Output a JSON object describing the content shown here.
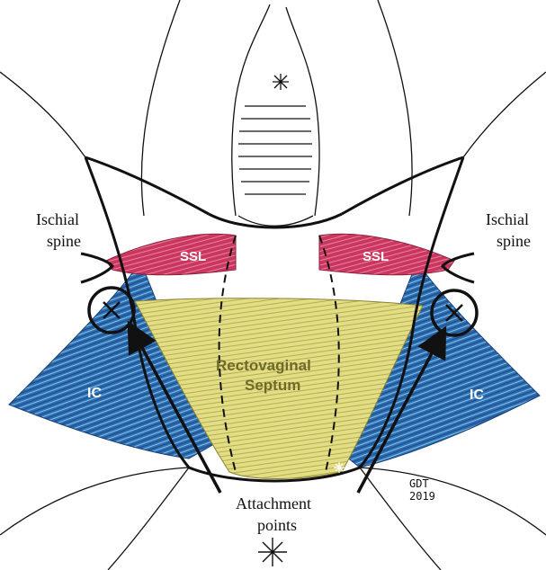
{
  "labels": {
    "ischial_spine_left_line1": "Ischial",
    "ischial_spine_left_line2": "spine",
    "ischial_spine_right_line1": "Ischial",
    "ischial_spine_right_line2": "spine",
    "ssl_left": "SSL",
    "ssl_right": "SSL",
    "ic_left": "IC",
    "ic_right": "IC",
    "septum_line1": "Rectovaginal",
    "septum_line2": "Septum",
    "attachment_line1": "Attachment",
    "attachment_line2": "points",
    "signature_line1": "GDT",
    "signature_line2": "2019"
  },
  "colors": {
    "ssl": "#c9375e",
    "ic": "#2f6db3",
    "septum": "#dcd57a",
    "outline": "#111111"
  }
}
